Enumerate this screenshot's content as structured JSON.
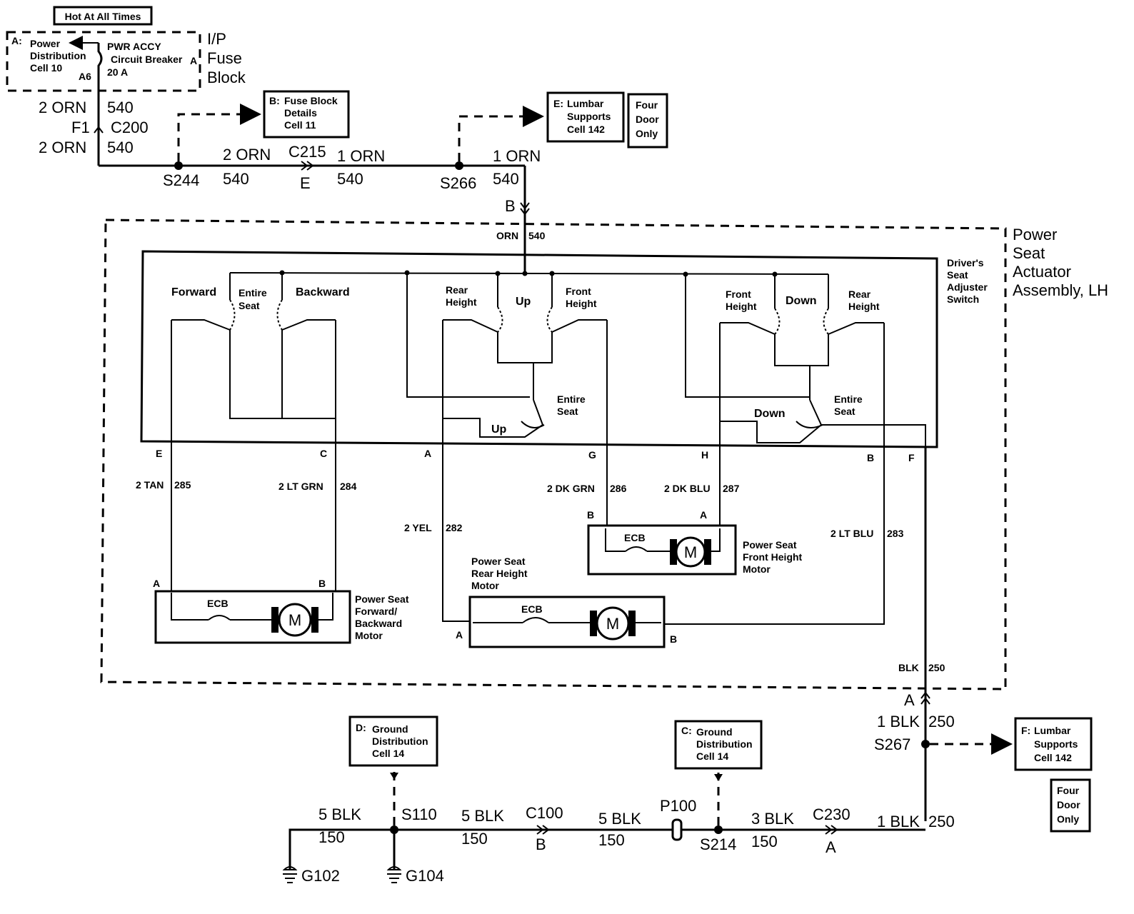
{
  "header": {
    "hot": "Hot At All Times"
  },
  "fuse_block": {
    "title": [
      "I/P",
      "Fuse",
      "Block"
    ],
    "ref_a": [
      "A:",
      "Power",
      "Distribution",
      "Cell 10"
    ],
    "breaker": [
      "PWR ACCY",
      "Circuit Breaker",
      "20 A"
    ],
    "pin_a6": "A6",
    "pin_a": "A"
  },
  "feed": {
    "w1": "2 ORN",
    "c1": "540",
    "f1": "F1",
    "c200": "C200",
    "w2": "2 ORN",
    "c2": "540",
    "s244": "S244",
    "w3": "2 ORN",
    "c3": "540",
    "c215": "C215",
    "c215pin": "E",
    "w4": "1 ORN",
    "c4": "540",
    "s266": "S266",
    "w5": "1 ORN",
    "c5": "540",
    "pin_b": "B",
    "orn540": [
      "ORN",
      "540"
    ]
  },
  "refs": {
    "b": [
      "B:",
      "Fuse Block",
      "Details",
      "Cell 11"
    ],
    "e": [
      "E:",
      "Lumbar",
      "Supports",
      "Cell 142"
    ],
    "four_door_top": [
      "Four",
      "Door",
      "Only"
    ],
    "d": [
      "D:",
      "Ground",
      "Distribution",
      "Cell 14"
    ],
    "c": [
      "C:",
      "Ground",
      "Distribution",
      "Cell 14"
    ],
    "f": [
      "F:",
      "Lumbar",
      "Supports",
      "Cell 142"
    ],
    "four_door_bottom": [
      "Four",
      "Door",
      "Only"
    ]
  },
  "assembly": {
    "title": [
      "Power",
      "Seat",
      "Actuator",
      "Assembly, LH"
    ],
    "switch_label": [
      "Driver's",
      "Seat",
      "Adjuster",
      "Switch"
    ],
    "switch_text": {
      "forward": "Forward",
      "entire_seat1": [
        "Entire",
        "Seat"
      ],
      "backward": "Backward",
      "rear_height1": [
        "Rear",
        "Height"
      ],
      "up": "Up",
      "front_height1": [
        "Front",
        "Height"
      ],
      "entire_seat2": [
        "Entire",
        "Seat"
      ],
      "up2": "Up",
      "front_height2": [
        "Front",
        "Height"
      ],
      "down": "Down",
      "rear_height2": [
        "Rear",
        "Height"
      ],
      "down2": "Down",
      "entire_seat3": [
        "Entire",
        "Seat"
      ]
    },
    "pins": [
      "E",
      "C",
      "A",
      "G",
      "H",
      "B",
      "F"
    ],
    "wires": {
      "tan": [
        "2 TAN",
        "285"
      ],
      "ltgrn": [
        "2 LT GRN",
        "284"
      ],
      "yel": [
        "2 YEL",
        "282"
      ],
      "dkgrn": [
        "2 DK GRN",
        "286"
      ],
      "dkblu": [
        "2 DK BLU",
        "287"
      ],
      "ltblu": [
        "2 LT BLU",
        "283"
      ],
      "blk": [
        "BLK",
        "250"
      ]
    },
    "motors": {
      "fb": {
        "label": [
          "Power Seat",
          "Forward/",
          "Backward",
          "Motor"
        ],
        "ecb": "ECB",
        "m": "M",
        "pin_a": "A",
        "pin_b": "B"
      },
      "rh": {
        "label": [
          "Power Seat",
          "Rear Height",
          "Motor"
        ],
        "ecb": "ECB",
        "m": "M",
        "pin_a": "A",
        "pin_b": "B"
      },
      "fh": {
        "label": [
          "Power Seat",
          "Front Height",
          "Motor"
        ],
        "ecb": "ECB",
        "m": "M",
        "pin_a": "A",
        "pin_b": "B"
      }
    }
  },
  "ground": {
    "pin_a_top": "A",
    "w1": "1 BLK",
    "c1": "250",
    "s267": "S267",
    "w_right": "1 BLK",
    "c_right": "250",
    "c230": "C230",
    "c230pin": "A",
    "w3blk": "3 BLK",
    "c3blk": "150",
    "s214": "S214",
    "p100": "P100",
    "w5blk3": "5 BLK",
    "c5blk3": "150",
    "c100": "C100",
    "c100pin": "B",
    "w5blk2": "5 BLK",
    "c5blk2": "150",
    "s110": "S110",
    "w5blk1": "5 BLK",
    "c5blk1": "150",
    "g102": "G102",
    "g104": "G104"
  }
}
